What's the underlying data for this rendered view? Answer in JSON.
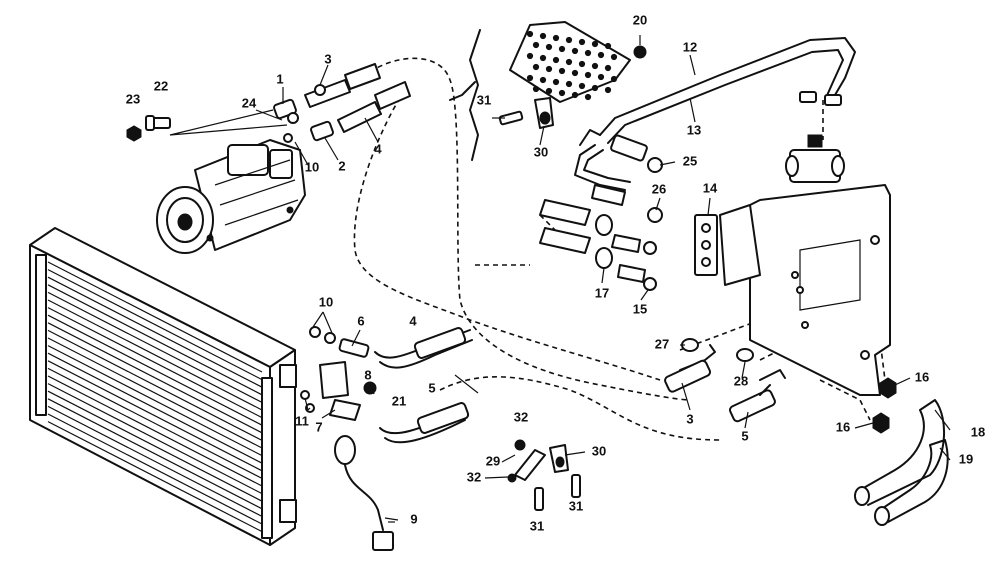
{
  "labels": [
    {
      "id": "l1",
      "text": "1"
    },
    {
      "id": "l2",
      "text": "2"
    },
    {
      "id": "l3a",
      "text": "3"
    },
    {
      "id": "l3b",
      "text": "3"
    },
    {
      "id": "l4a",
      "text": "4"
    },
    {
      "id": "l4b",
      "text": "4"
    },
    {
      "id": "l5a",
      "text": "5"
    },
    {
      "id": "l5b",
      "text": "5"
    },
    {
      "id": "l6",
      "text": "6"
    },
    {
      "id": "l7",
      "text": "7"
    },
    {
      "id": "l8",
      "text": "8"
    },
    {
      "id": "l9",
      "text": "9"
    },
    {
      "id": "l10a",
      "text": "10"
    },
    {
      "id": "l10b",
      "text": "10"
    },
    {
      "id": "l11",
      "text": "11"
    },
    {
      "id": "l12",
      "text": "12"
    },
    {
      "id": "l13",
      "text": "13"
    },
    {
      "id": "l14",
      "text": "14"
    },
    {
      "id": "l15",
      "text": "15"
    },
    {
      "id": "l16a",
      "text": "16"
    },
    {
      "id": "l16b",
      "text": "16"
    },
    {
      "id": "l17",
      "text": "17"
    },
    {
      "id": "l18",
      "text": "18"
    },
    {
      "id": "l19",
      "text": "19"
    },
    {
      "id": "l20",
      "text": "20"
    },
    {
      "id": "l21",
      "text": "21"
    },
    {
      "id": "l22",
      "text": "22"
    },
    {
      "id": "l23",
      "text": "23"
    },
    {
      "id": "l24",
      "text": "24"
    },
    {
      "id": "l25",
      "text": "25"
    },
    {
      "id": "l26",
      "text": "26"
    },
    {
      "id": "l27",
      "text": "27"
    },
    {
      "id": "l28",
      "text": "28"
    },
    {
      "id": "l29",
      "text": "29"
    },
    {
      "id": "l30a",
      "text": "30"
    },
    {
      "id": "l30b",
      "text": "30"
    },
    {
      "id": "l31a",
      "text": "31"
    },
    {
      "id": "l31b",
      "text": "31"
    },
    {
      "id": "l31c",
      "text": "31"
    },
    {
      "id": "l32a",
      "text": "32"
    },
    {
      "id": "l32b",
      "text": "32"
    }
  ]
}
